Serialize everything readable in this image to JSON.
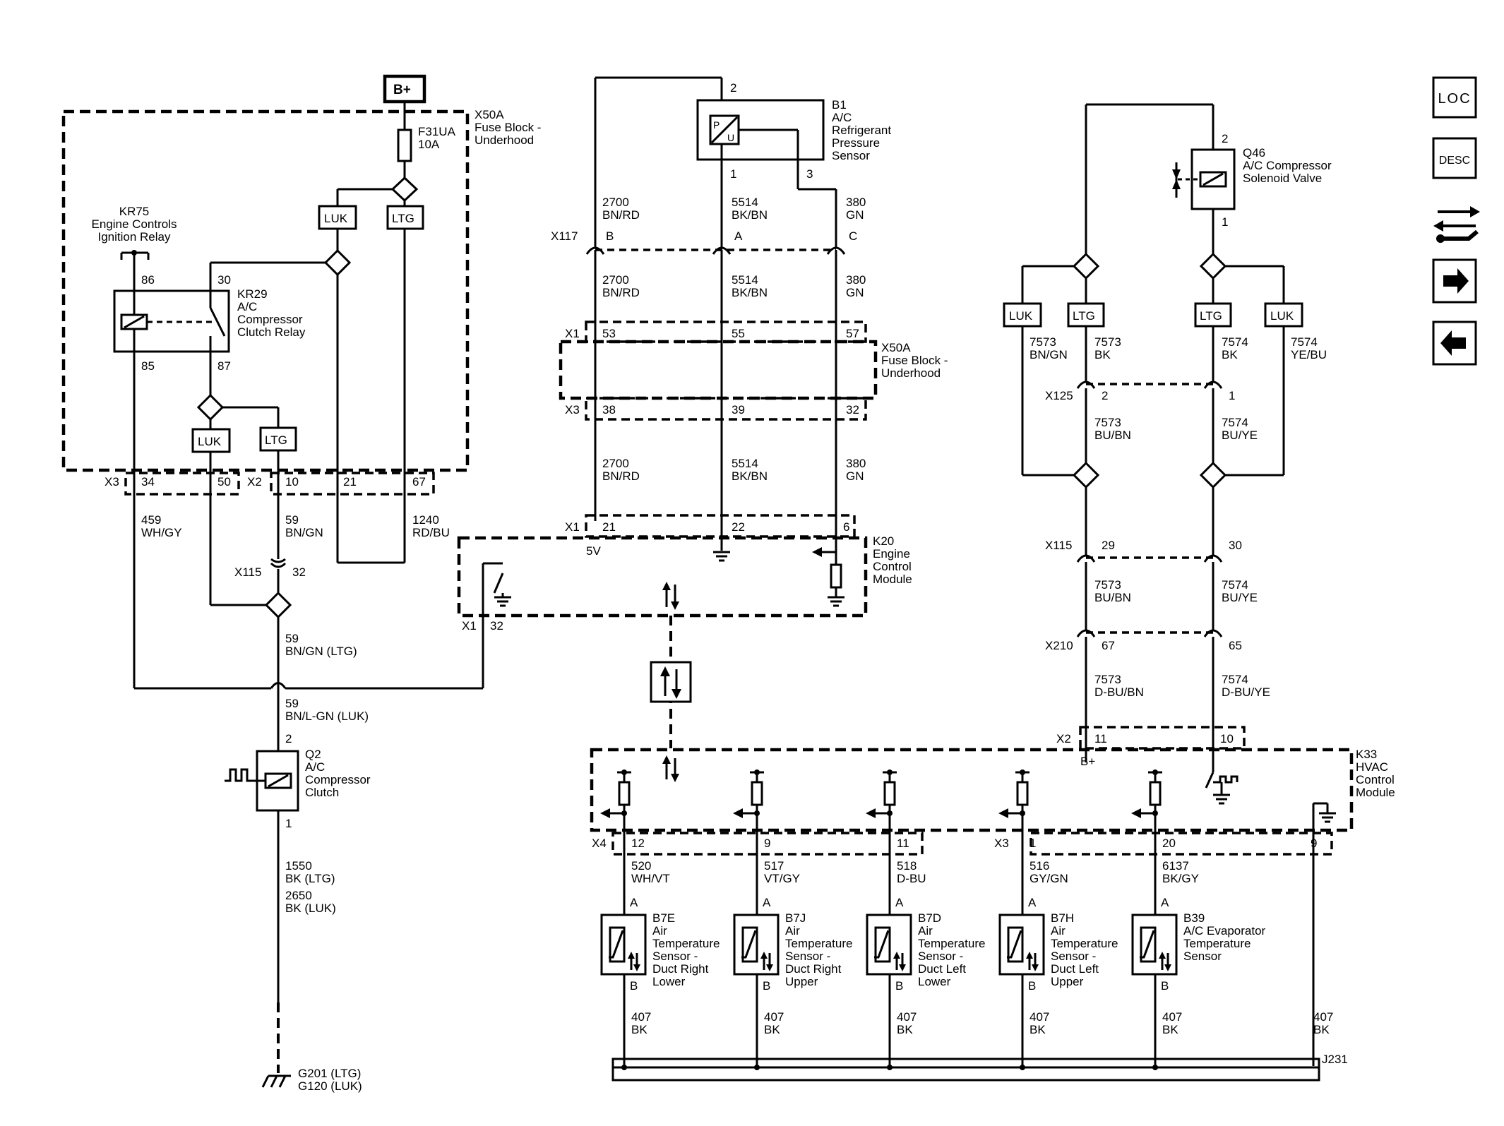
{
  "bplus": "B+",
  "nav": {
    "loc": "LOC",
    "desc": "DESC"
  },
  "labels": {
    "x50a_top": [
      "X50A",
      "Fuse Block -",
      "Underhood"
    ],
    "x50a_mid": [
      "X50A",
      "Fuse Block -",
      "Underhood"
    ],
    "f31ua": [
      "F31UA",
      "10A"
    ],
    "kr75": [
      "KR75",
      "Engine Controls",
      "Ignition Relay"
    ],
    "kr29": [
      "KR29",
      "A/C",
      "Compressor",
      "Clutch Relay"
    ],
    "b1": [
      "B1",
      "A/C",
      "Refrigerant",
      "Pressure",
      "Sensor"
    ],
    "q46": [
      "Q46",
      "A/C Compressor",
      "Solenoid Valve"
    ],
    "k20": [
      "K20",
      "Engine",
      "Control",
      "Module"
    ],
    "q2": [
      "Q2",
      "A/C",
      "Compressor",
      "Clutch"
    ],
    "k33": [
      "K33",
      "HVAC",
      "Control",
      "Module"
    ],
    "ground": [
      "G201 (LTG)",
      "G120 (LUK)"
    ],
    "j231": "J231",
    "five_v": "5V",
    "b_plus_k33": "B+"
  },
  "tags": {
    "luk": "LUK",
    "ltg": "LTG"
  },
  "connectors": {
    "x3": "X3",
    "x2": "X2",
    "x1": "X1",
    "x117": "X117",
    "x115": "X115",
    "x125": "X125",
    "x210": "X210",
    "x4": "X4"
  },
  "pins": {
    "p86": "86",
    "p30": "30",
    "p85": "85",
    "p87": "87",
    "x3_34": "34",
    "x3_50": "50",
    "x2_10": "10",
    "x2_21": "21",
    "x2_67": "67",
    "x115_32": "32",
    "x1_32": "32",
    "q2_2": "2",
    "q2_1": "1",
    "b1_2": "2",
    "b1_1": "1",
    "b1_3": "3",
    "x117_b": "B",
    "x117_a": "A",
    "x117_c": "C",
    "x1_53": "53",
    "x1_55": "55",
    "x1_57": "57",
    "x3_38": "38",
    "x3_39": "39",
    "x3_32": "32",
    "x1_21": "21",
    "x1_22": "22",
    "x1_6": "6",
    "q46_2": "2",
    "q46_1": "1",
    "x125_2": "2",
    "x125_1": "1",
    "x115_29": "29",
    "x115_30": "30",
    "x210_67": "67",
    "x210_65": "65",
    "x2_11": "11",
    "x2_10b": "10",
    "x4_12": "12",
    "x4_9": "9",
    "x4_11": "11",
    "x3_1": "1",
    "x3_20": "20",
    "x3_9": "9"
  },
  "wires": {
    "w459": [
      "459",
      "WH/GY"
    ],
    "w59a": [
      "59",
      "BN/GN"
    ],
    "w1240": [
      "1240",
      "RD/BU"
    ],
    "w59b": [
      "59",
      "BN/GN (LTG)"
    ],
    "w59c": [
      "59",
      "BN/L-GN (LUK)"
    ],
    "w1550": [
      "1550",
      "BK (LTG)",
      "2650",
      "BK (LUK)"
    ],
    "w2700": [
      "2700",
      "BN/RD"
    ],
    "w5514": [
      "5514",
      "BK/BN"
    ],
    "w380": [
      "380",
      "GN"
    ],
    "w7573a": [
      "7573",
      "BN/GN"
    ],
    "w7573b": [
      "7573",
      "BK"
    ],
    "w7574a": [
      "7574",
      "BK"
    ],
    "w7574b": [
      "7574",
      "YE/BU"
    ],
    "w7573c": [
      "7573",
      "BU/BN"
    ],
    "w7574c": [
      "7574",
      "BU/YE"
    ],
    "w7573d": [
      "7573",
      "D-BU/BN"
    ],
    "w7574d": [
      "7574",
      "D-BU/YE"
    ],
    "w407": [
      "407",
      "BK"
    ]
  },
  "sensors": [
    {
      "wire": "520",
      "color": "WH/VT",
      "pin_a": "A",
      "pin_b": "B",
      "name": [
        "B7E",
        "Air",
        "Temperature",
        "Sensor -",
        "Duct Right",
        "Lower"
      ]
    },
    {
      "wire": "517",
      "color": "VT/GY",
      "pin_a": "A",
      "pin_b": "B",
      "name": [
        "B7J",
        "Air",
        "Temperature",
        "Sensor -",
        "Duct Right",
        "Upper"
      ]
    },
    {
      "wire": "518",
      "color": "D-BU",
      "pin_a": "A",
      "pin_b": "B",
      "name": [
        "B7D",
        "Air",
        "Temperature",
        "Sensor -",
        "Duct Left",
        "Lower"
      ]
    },
    {
      "wire": "516",
      "color": "GY/GN",
      "pin_a": "A",
      "pin_b": "B",
      "name": [
        "B7H",
        "Air",
        "Temperature",
        "Sensor -",
        "Duct Left",
        "Upper"
      ]
    },
    {
      "wire": "6137",
      "color": "BK/GY",
      "pin_a": "A",
      "pin_b": "B",
      "name": [
        "B39",
        "A/C Evaporator",
        "Temperature",
        "Sensor"
      ]
    }
  ]
}
